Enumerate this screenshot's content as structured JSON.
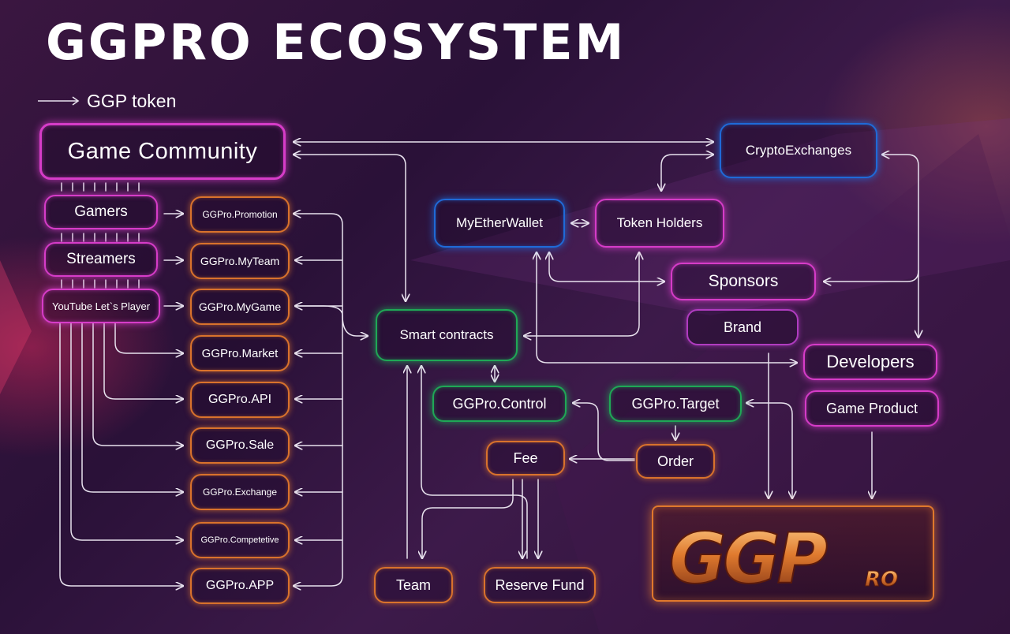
{
  "header": {
    "title": "GGPRO ECOSYSTEM"
  },
  "legend": {
    "label": "GGP token"
  },
  "nodes": {
    "game_community": "Game Community",
    "gamers": "Gamers",
    "streamers": "Streamers",
    "youtube": "YouTube Let`s Player",
    "promotion": "GGPro.Promotion",
    "myteam": "GGPro.MyTeam",
    "mygame": "GGPro.MyGame",
    "market": "GGPro.Market",
    "api": "GGPro.API",
    "sale": "GGPro.Sale",
    "exchange": "GGPro.Exchange",
    "competetive": "GGPro.Competetive",
    "app": "GGPro.APP",
    "crypto_exchanges": "CryptoExchanges",
    "myetherwallet": "MyEtherWallet",
    "token_holders": "Token Holders",
    "sponsors": "Sponsors",
    "brand": "Brand",
    "developers": "Developers",
    "game_product": "Game Product",
    "smart_contracts": "Smart contracts",
    "control": "GGPro.Control",
    "target": "GGPro.Target",
    "order": "Order",
    "fee": "Fee",
    "team": "Team",
    "reserve_fund": "Reserve Fund"
  },
  "logo": {
    "text": "GGP",
    "sub": "RO"
  },
  "colors": {
    "pink": "#d63cc8",
    "blue": "#1f6ad8",
    "green": "#1fa856",
    "orange": "#d9722c",
    "arrow": "#e8e2ee"
  }
}
